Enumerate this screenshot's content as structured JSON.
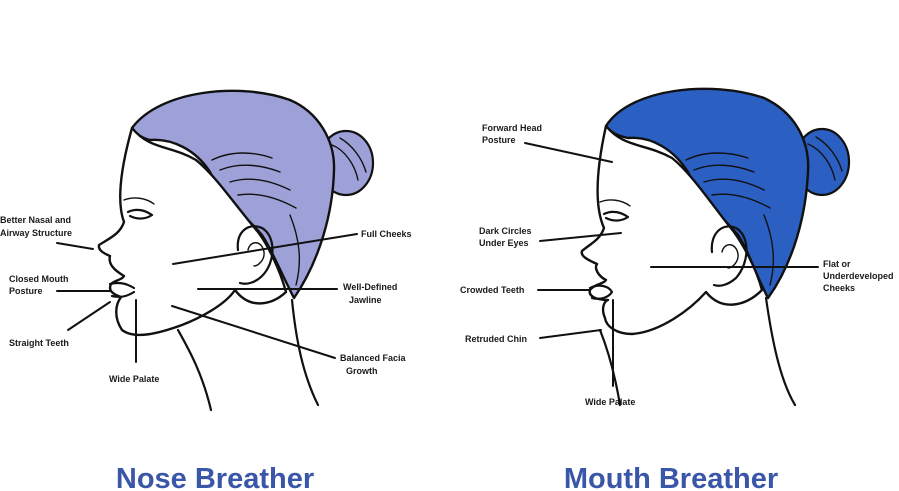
{
  "colors": {
    "nose_hair": "#9ea1d8",
    "mouth_hair": "#2b5fc2",
    "title": "#3a56a8"
  },
  "nose": {
    "title": "Nose Breather",
    "labels": {
      "nasal_1": "Better Nasal and",
      "nasal_2": "Airway Structure",
      "mouth_1": "Closed Mouth",
      "mouth_2": "Posture",
      "teeth": "Straight Teeth",
      "palate": "Wide Palate",
      "cheeks": "Full Cheeks",
      "jaw_1": "Well-Defined",
      "jaw_2": "Jawline",
      "growth_1": "Balanced Facia",
      "growth_2": "Growth"
    }
  },
  "mouth": {
    "title": "Mouth Breather",
    "labels": {
      "head_1": "Forward Head",
      "head_2": "Posture",
      "circles_1": "Dark Circles",
      "circles_2": "Under Eyes",
      "teeth": "Crowded Teeth",
      "chin": "Retruded Chin",
      "palate": "Wide Palate",
      "cheeks_1": "Flat or",
      "cheeks_2": "Underdeveloped",
      "cheeks_3": "Cheeks"
    }
  }
}
